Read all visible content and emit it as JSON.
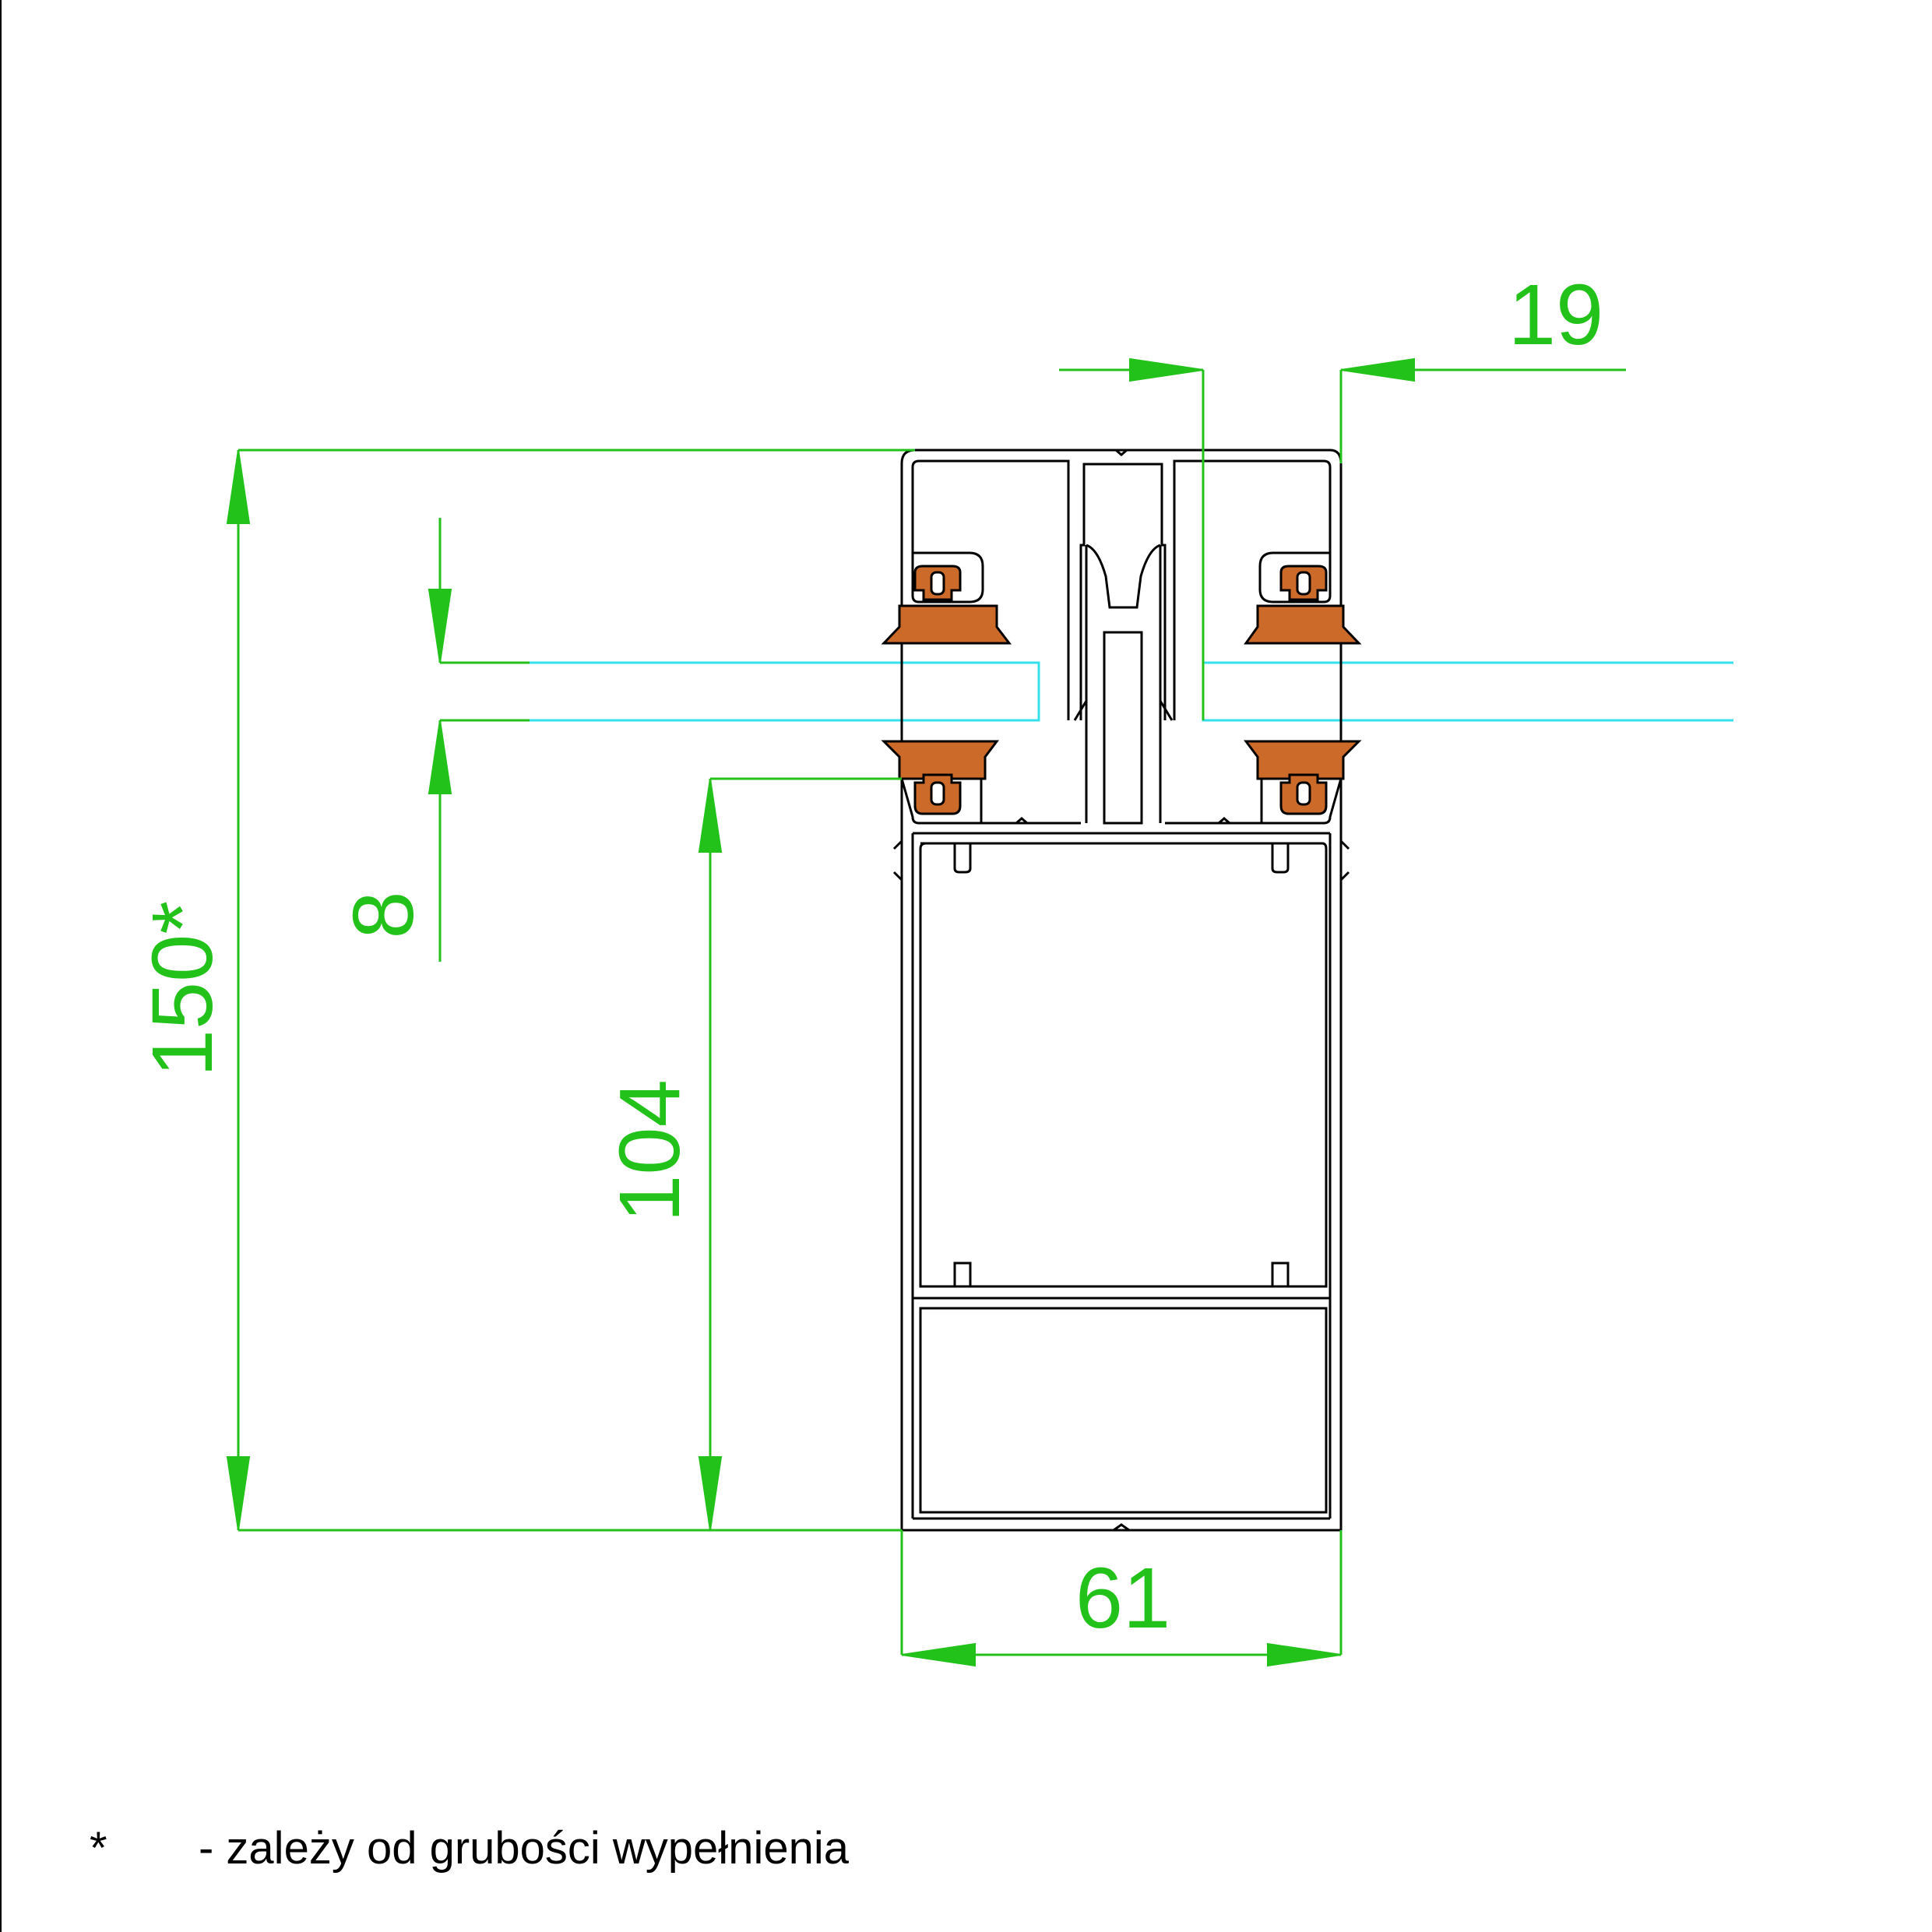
{
  "colors": {
    "dimension": "#22c21b",
    "glass": "#33e0ec",
    "gasket": "#cc6a2a",
    "profile": "#000000",
    "background": "#ffffff"
  },
  "dimensions": {
    "total_height": "150*",
    "glass_thickness": "8",
    "lower_height": "104",
    "profile_width": "61",
    "cap_offset": "19"
  },
  "footnote": {
    "symbol": "*",
    "text": "- zależy od grubości wypełnienia"
  }
}
